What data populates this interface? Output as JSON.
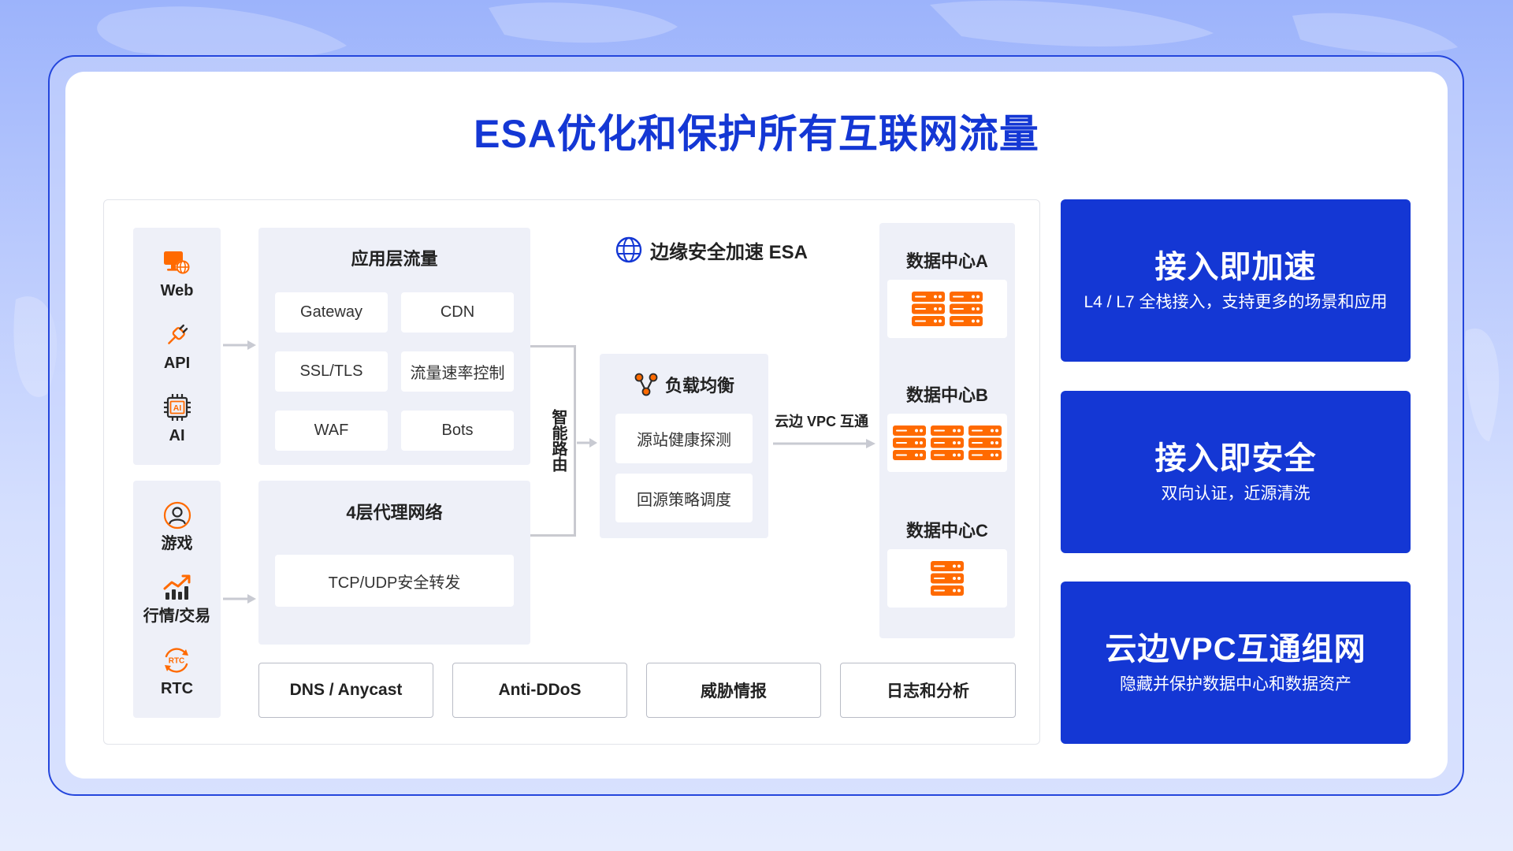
{
  "page": {
    "title": "ESA优化和保护所有互联网流量"
  },
  "colors": {
    "brand_blue": "#1437d4",
    "accent_orange": "#ff6a00",
    "panel_bg": "#eef0f8"
  },
  "diagram": {
    "esa_label": "边缘安全加速 ESA",
    "esa_icon": "globe-icon",
    "clients_top": [
      {
        "label": "Web",
        "icon": "web-globe-icon"
      },
      {
        "label": "API",
        "icon": "plug-icon"
      },
      {
        "label": "AI",
        "icon": "ai-chip-icon"
      }
    ],
    "clients_bottom": [
      {
        "label": "游戏",
        "icon": "user-circle-icon"
      },
      {
        "label": "行情/交易",
        "icon": "trend-chart-icon"
      },
      {
        "label": "RTC",
        "icon": "rtc-icon"
      }
    ],
    "app_layer": {
      "title": "应用层流量",
      "items": [
        "Gateway",
        "CDN",
        "SSL/TLS",
        "流量速率控制",
        "WAF",
        "Bots"
      ]
    },
    "l4_layer": {
      "title": "4层代理网络",
      "items": [
        "TCP/UDP安全转发"
      ]
    },
    "routing_label": "智能路由",
    "load_balancer": {
      "title": "负载均衡",
      "icon": "node-graph-icon",
      "items": [
        "源站健康探测",
        "回源策略调度"
      ]
    },
    "vpc_link_label": "云边 VPC 互通",
    "data_centers": [
      {
        "label": "数据中心A",
        "servers": 2
      },
      {
        "label": "数据中心B",
        "servers": 3
      },
      {
        "label": "数据中心C",
        "servers": 1
      }
    ],
    "bottom_services": [
      "DNS / Anycast",
      "Anti-DDoS",
      "威胁情报",
      "日志和分析"
    ]
  },
  "icon_text": {
    "ai_chip": "AI",
    "rtc": "RTC"
  },
  "features": [
    {
      "title": "接入即加速",
      "subtitle": "L4 / L7 全栈接入，支持更多的场景和应用"
    },
    {
      "title": "接入即安全",
      "subtitle": "双向认证，近源清洗"
    },
    {
      "title": "云边VPC互通组网",
      "subtitle": "隐藏并保护数据中心和数据资产"
    }
  ]
}
